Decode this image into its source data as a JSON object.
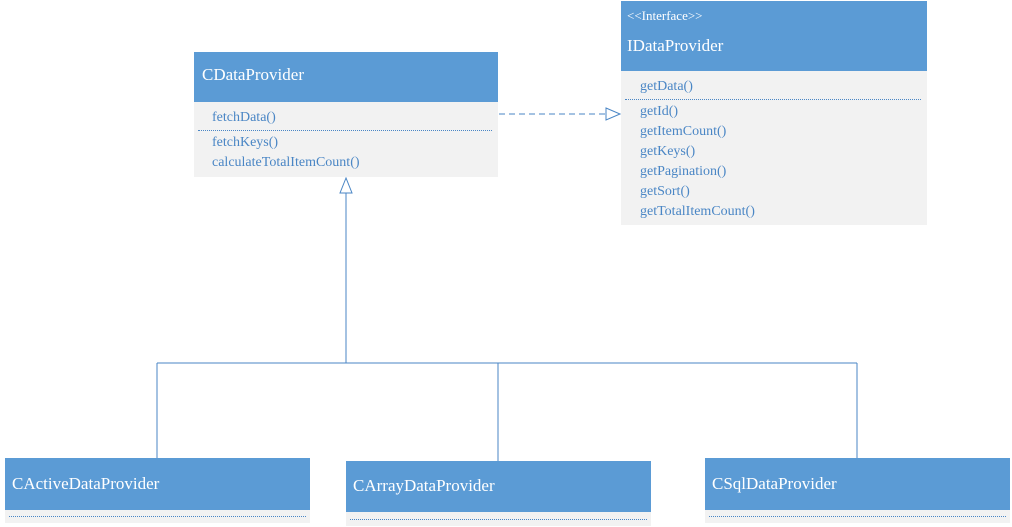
{
  "diagram": {
    "base_class": {
      "name": "CDataProvider",
      "group1": [
        "fetchData()"
      ],
      "group2": [
        "fetchKeys()",
        "calculateTotalItemCount()"
      ]
    },
    "interface": {
      "stereotype": "<<Interface>>",
      "name": "IDataProvider",
      "group1": [
        "getData()"
      ],
      "group2": [
        "getId()",
        "getItemCount()",
        "getKeys()",
        "getPagination()",
        "getSort()",
        "getTotalItemCount()"
      ]
    },
    "subclasses": [
      {
        "name": "CActiveDataProvider"
      },
      {
        "name": "CArrayDataProvider"
      },
      {
        "name": "CSqlDataProvider"
      }
    ],
    "colors": {
      "header": "#5b9bd5",
      "body": "#f2f2f2",
      "line": "#4a86c5"
    }
  }
}
